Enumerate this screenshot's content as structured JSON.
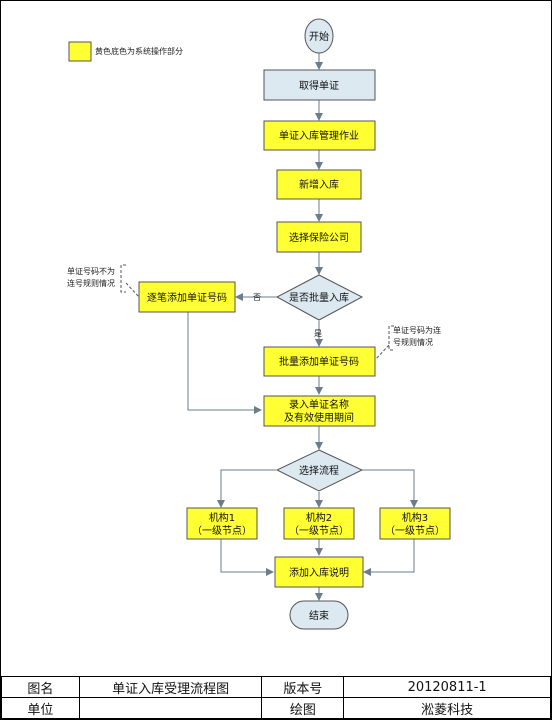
{
  "legend": {
    "label": "黄色底色为系统操作部分",
    "swatch_color": "#ffff33"
  },
  "colors": {
    "system": "#ffff33",
    "other": "#dce9f1",
    "border": "#555555",
    "arrow": "#6b7d8a"
  },
  "nodes": {
    "start": "开始",
    "get_document": "取得单证",
    "doc_management": "单证入库管理作业",
    "new_entry": "新增入库",
    "choose_insurer": "选择保险公司",
    "is_batch": "是否批量入库",
    "add_one_by_one": "逐笔添加单证号码",
    "batch_add": "批量添加单证号码",
    "enter_name_line1": "录入单证名称",
    "enter_name_line2": "及有效使用期间",
    "choose_flow": "选择流程",
    "org1_line1": "机构1",
    "org1_line2": "（一级节点）",
    "org2_line1": "机构2",
    "org2_line2": "（一级节点）",
    "org3_line1": "机构3",
    "org3_line2": "（一级节点）",
    "add_note": "添加入库说明",
    "end": "结束"
  },
  "edge_labels": {
    "no": "否",
    "yes": "是"
  },
  "annotations": {
    "left_line1": "单证号码不为",
    "left_line2": "连号规则情况",
    "right_line1": "单证号码为连",
    "right_line2": "号规则情况"
  },
  "footer": {
    "name_label": "图名",
    "name_value": "单证入库受理流程图",
    "version_label": "版本号",
    "version_value": "20120811-1",
    "unit_label": "单位",
    "unit_value": "",
    "drawer_label": "绘图",
    "drawer_value": "淞菱科技"
  }
}
